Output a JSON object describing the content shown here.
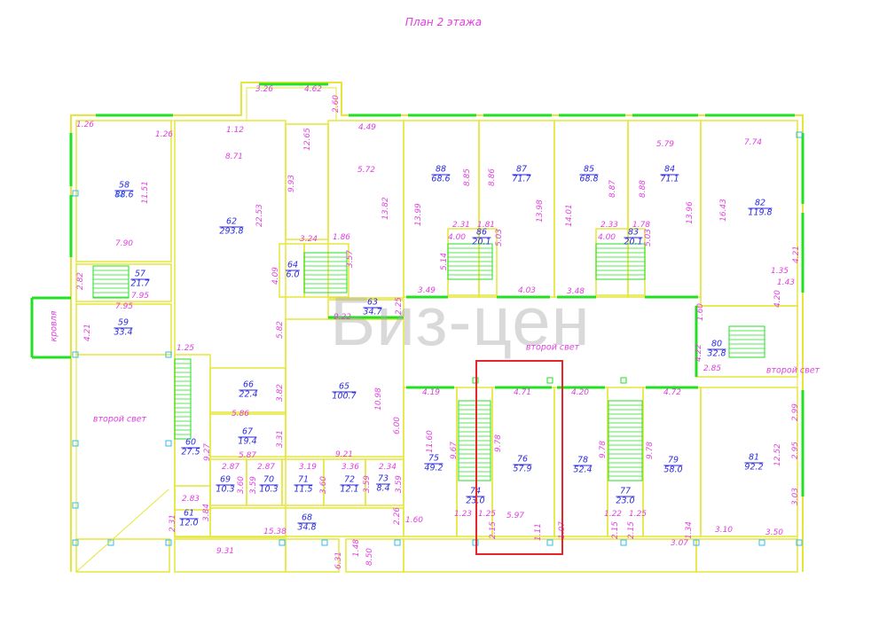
{
  "title": "План 2 этажа",
  "watermark": "Биз-цен",
  "colors": {
    "walls": "#e6e63a",
    "windows": "#22e022",
    "labels": "#e040e0",
    "rooms": "#2a2ae0",
    "highlight": "#e8262a",
    "columns": "#33bbee"
  },
  "notes": [
    "второй свет",
    "второй свет",
    "второй свет",
    "кровля"
  ],
  "rooms": [
    {
      "num": "58",
      "area": "88.6"
    },
    {
      "num": "62",
      "area": "293.8"
    },
    {
      "num": "57",
      "area": "21.7"
    },
    {
      "num": "59",
      "area": "33.4"
    },
    {
      "num": "64",
      "area": "6.0"
    },
    {
      "num": "63",
      "area": "34.7"
    },
    {
      "num": "88",
      "area": "68.6"
    },
    {
      "num": "87",
      "area": "71.7"
    },
    {
      "num": "86",
      "area": "20.1"
    },
    {
      "num": "85",
      "area": "68.8"
    },
    {
      "num": "84",
      "area": "71.1"
    },
    {
      "num": "83",
      "area": "20.1"
    },
    {
      "num": "82",
      "area": "119.8"
    },
    {
      "num": "80",
      "area": "32.8"
    },
    {
      "num": "66",
      "area": "22.4"
    },
    {
      "num": "65",
      "area": "100.7"
    },
    {
      "num": "67",
      "area": "19.4"
    },
    {
      "num": "60",
      "area": "27.5"
    },
    {
      "num": "69",
      "area": "10.3"
    },
    {
      "num": "70",
      "area": "10.3"
    },
    {
      "num": "71",
      "area": "11.5"
    },
    {
      "num": "72",
      "area": "12.1"
    },
    {
      "num": "73",
      "area": "8.4"
    },
    {
      "num": "61",
      "area": "12.0"
    },
    {
      "num": "68",
      "area": "34.8"
    },
    {
      "num": "75",
      "area": "49.2"
    },
    {
      "num": "76",
      "area": "57.9"
    },
    {
      "num": "78",
      "area": "52.4"
    },
    {
      "num": "79",
      "area": "58.0"
    },
    {
      "num": "81",
      "area": "92.2"
    },
    {
      "num": "74",
      "area": "23.0"
    },
    {
      "num": "77",
      "area": "23.0"
    }
  ],
  "dimensions": [
    "1.26",
    "1.26",
    "3.26",
    "4.62",
    "2.60",
    "1.12",
    "8.71",
    "12.65",
    "9.93",
    "4.49",
    "5.72",
    "13.82",
    "11.51",
    "22.53",
    "7.90",
    "3.24",
    "1.86",
    "3.57",
    "4.09",
    "2.82",
    "7.95",
    "7.95",
    "4.21",
    "9.22",
    "5.82",
    "1.25",
    "2.25",
    "13.99",
    "8.85",
    "8.86",
    "13.98",
    "14.01",
    "8.87",
    "8.88",
    "13.96",
    "5.79",
    "7.74",
    "16.43",
    "2.31",
    "1.81",
    "4.00",
    "5.03",
    "2.33",
    "1.78",
    "4.00",
    "5.03",
    "5.14",
    "3.49",
    "4.03",
    "3.48",
    "1.60",
    "4.20",
    "1.35",
    "1.43",
    "4.21",
    "4.22",
    "2.85",
    "3.82",
    "10.98",
    "5.86",
    "6.00",
    "3.31",
    "5.87",
    "9.21",
    "9.27",
    "2.87",
    "2.87",
    "3.19",
    "3.36",
    "2.34",
    "3.60",
    "3.59",
    "3.60",
    "3.59",
    "3.59",
    "2.83",
    "3.84",
    "2.31",
    "2.26",
    "15.38",
    "1.60",
    "9.31",
    "6.31",
    "1.48",
    "8.50",
    "4.19",
    "11.60",
    "9.67",
    "9.78",
    "4.71",
    "4.20",
    "9.78",
    "9.78",
    "4.72",
    "2.99",
    "12.52",
    "2.95",
    "3.03",
    "1.23",
    "1.25",
    "5.97",
    "2.15",
    "1.11",
    "1.07",
    "1.22",
    "1.25",
    "2.15",
    "2.15",
    "1.34",
    "3.10",
    "3.50",
    "3.07"
  ]
}
